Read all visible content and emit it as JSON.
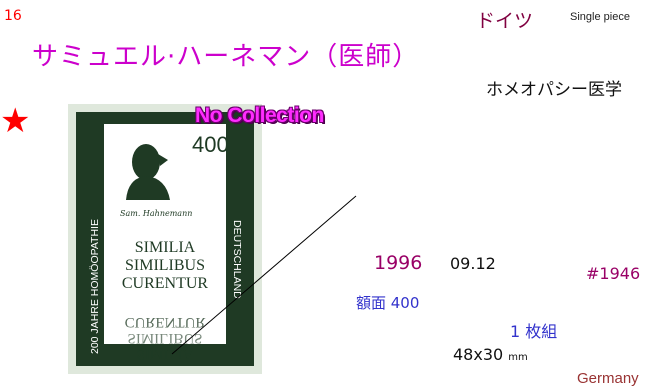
{
  "page_number": "16",
  "country_jp": "ドイツ",
  "single_piece": "Single piece",
  "title": "サミュエル·ハーネマン（医師）",
  "subject": "ホメオパシー医学",
  "star": "★",
  "watermark": "No Collection",
  "stamp": {
    "value": "400",
    "left_text": "200 JAHRE HOMÖOPATHIE",
    "right_text": "DEUTSCHLAND",
    "motto_lines": [
      "SIMILIA",
      "SIMILIBUS",
      "CURENTUR"
    ],
    "signature": "Sam. Hahnemann",
    "frame_color": "#1f3a24",
    "border_color": "#dfe8dc",
    "paper_color": "#ffffff"
  },
  "issue_year": "1996",
  "issue_date": "09.12",
  "catalog_number": "#1946",
  "face_value_label": "額面 400",
  "set_count": "1 枚組",
  "size_value": "48x30",
  "size_unit": "mm",
  "country_en": "Germany",
  "colors": {
    "red": "#ff0000",
    "magenta_title": "#cc00cc",
    "maroon": "#800040",
    "purple": "#990066",
    "blue": "#3333cc",
    "dark_red": "#993333"
  }
}
